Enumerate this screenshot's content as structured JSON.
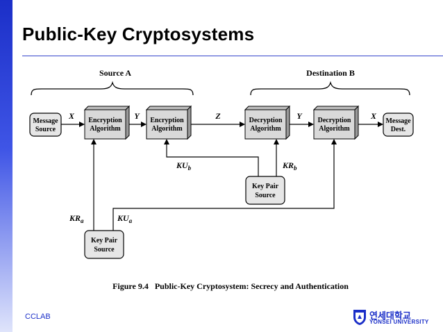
{
  "slide": {
    "title": "Public-Key Cryptosystems",
    "footer": "CCLAB",
    "university": {
      "name": "연세대학교",
      "subtitle": "YONSEI UNIVERSITY"
    },
    "accent_color": "#1b2fc8"
  },
  "diagram": {
    "groups": {
      "source": "Source A",
      "destination": "Destination B"
    },
    "nodes": {
      "message_source": [
        "Message",
        "Source"
      ],
      "encrypt1": [
        "Encryption",
        "Algorithm"
      ],
      "encrypt2": [
        "Encryption",
        "Algorithm"
      ],
      "decrypt1": [
        "Decryption",
        "Algorithm"
      ],
      "decrypt2": [
        "Decryption",
        "Algorithm"
      ],
      "message_dest": [
        "Message",
        "Dest."
      ],
      "keypair_b": [
        "Key Pair",
        "Source"
      ],
      "keypair_a": [
        "Key Pair",
        "Source"
      ]
    },
    "edge_labels": {
      "x1": "X",
      "y1": "Y",
      "z": "Z",
      "y2": "Y",
      "x2": "X",
      "ku_b": {
        "base": "KU",
        "sub": "b"
      },
      "kr_b": {
        "base": "KR",
        "sub": "b"
      },
      "kr_a": {
        "base": "KR",
        "sub": "a"
      },
      "ku_a": {
        "base": "KU",
        "sub": "a"
      }
    },
    "caption": "Figure 9.4   Public-Key Cryptosystem: Secrecy and Authentication"
  }
}
